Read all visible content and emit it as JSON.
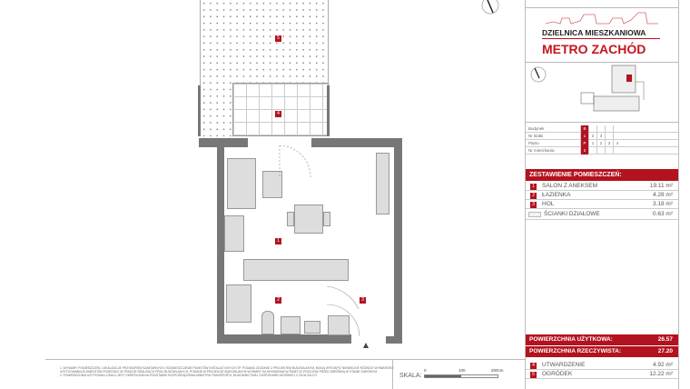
{
  "brand": {
    "line1": "DZIELNICA MIESZKANIOWA",
    "line2": "METRO ZACHÓD",
    "accent": "#b3121f"
  },
  "location_table": {
    "rows": [
      {
        "label": "Budynek",
        "selected": "B",
        "options": []
      },
      {
        "label": "Nr klatki",
        "selected": "1",
        "options": [
          "2",
          "3"
        ]
      },
      {
        "label": "Piętro",
        "selected": "P",
        "options": [
          "1",
          "2",
          "3",
          "4"
        ]
      },
      {
        "label": "Nr mieszkania",
        "selected": "2",
        "options": []
      }
    ]
  },
  "rooms_header": "ZESTAWIENIE POMIESZCZEŃ:",
  "rooms": [
    {
      "num": "1",
      "name": "SALON Z ANEKSEM",
      "area": "19.11 m²"
    },
    {
      "num": "2",
      "name": "ŁAZIENKA",
      "area": "4.28 m²"
    },
    {
      "num": "3",
      "name": "HOL",
      "area": "3.18 m²"
    }
  ],
  "partition": {
    "name": "ŚCIANKI DZIAŁOWE",
    "area": "0.63 m²"
  },
  "totals": [
    {
      "label": "POWIERZCHNIA UŻYTKOWA:",
      "value": "26.57"
    },
    {
      "label": "POWIERZCHNIA RZECZYWISTA:",
      "value": "27.20"
    }
  ],
  "extras": [
    {
      "num": "4",
      "name": "UTWARDZENIE",
      "area": "4.92 m²"
    },
    {
      "num": "5",
      "name": "OGRÓDEK",
      "area": "12.22 m²"
    }
  ],
  "scale": {
    "label": "SKALA:",
    "ticks": [
      "0",
      "100",
      "200cm"
    ]
  },
  "plan_labels": [
    "1",
    "2",
    "3",
    "4",
    "5"
  ],
  "notes": [
    "1. WYMIARY POMIESZCZEŃ, LOKALIZACJE PRZYBORÓW SANITARNYCH, ROZMIESZCZENIE PUNKTÓW INSTALACYJNYCH ITP. PODANO ZGODNIE Z PROJEKTEM BUDOWLANYM. MOGĄ WYSTĄPIĆ NIEWIELKIE RÓŻNICE WYMIARÓW I USYTUOWANIA ELEMENTÓW POWSTAŁE W TRAKCIE REALIZACJI PRAC BUDOWLANYCH. PODANE W PROJEKCIE BUDOWLANYM WYMIARY SA WYMIARAMI W ŚWIETLE POKOJÓW PRZED OBRÓBKĄ W STANIE SUROWYM.",
    "2. POWIERZCHNIA UŻYTKOWA LOKALU JEST OKREŚLONA NA PODSTAWIE ROZPORZĄDZENIA MINISTRA TRANSPORTU, BUDOWNICTWA I GOSPODARKI MORSKIEJ Z 25.04.2012 R."
  ]
}
